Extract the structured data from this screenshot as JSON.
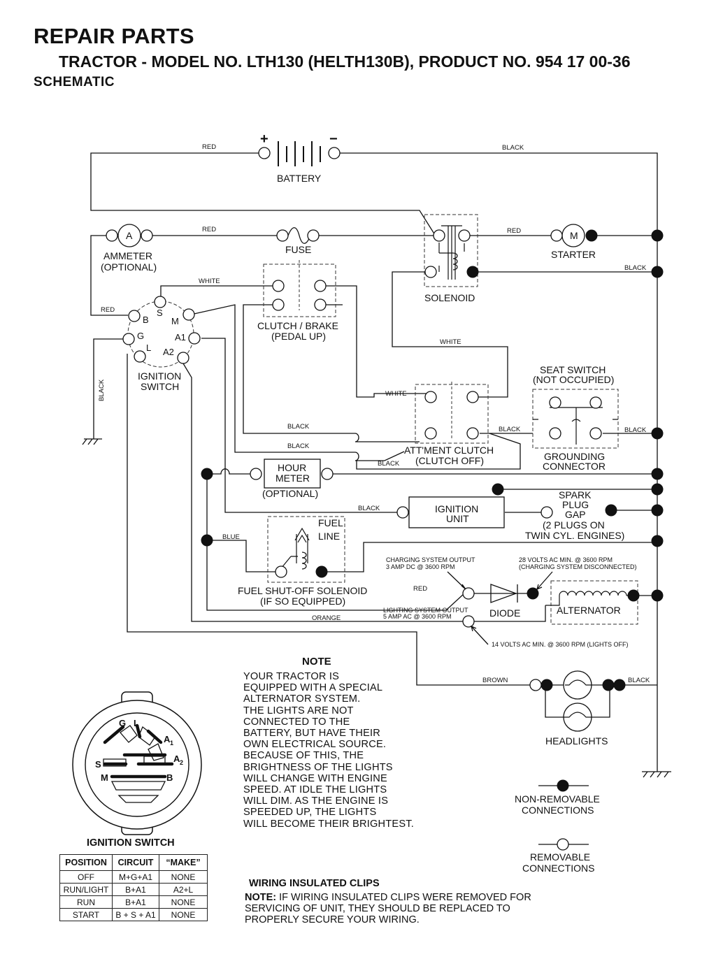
{
  "header": {
    "title": "REPAIR PARTS",
    "subtitle": "TRACTOR - MODEL NO. LTH130 (HELTH130B), PRODUCT NO. 954 17 00-36",
    "section": "SCHEMATIC"
  },
  "components": {
    "battery": "BATTERY",
    "battery_plus": "+",
    "battery_minus": "−",
    "ammeter_symbol": "A",
    "ammeter": "AMMETER",
    "ammeter_opt": "(OPTIONAL)",
    "fuse": "FUSE",
    "starter_symbol": "M",
    "starter": "STARTER",
    "solenoid": "SOLENOID",
    "clutch_brake_1": "CLUTCH / BRAKE",
    "clutch_brake_2": "(PEDAL UP)",
    "ignition_switch_1": "IGNITION",
    "ignition_switch_2": "SWITCH",
    "seat_switch_1": "SEAT SWITCH",
    "seat_switch_2": "(NOT OCCUPIED)",
    "attment_clutch_1": "ATT'MENT CLUTCH",
    "attment_clutch_2": "(CLUTCH OFF)",
    "grounding_1": "GROUNDING",
    "grounding_2": "CONNECTOR",
    "hour_meter_1": "HOUR",
    "hour_meter_2": "METER",
    "hour_meter_opt": "(OPTIONAL)",
    "ignition_unit_1": "IGNITION",
    "ignition_unit_2": "UNIT",
    "spark_1": "SPARK",
    "spark_2": "PLUG",
    "spark_3": "GAP",
    "spark_4": "(2 PLUGS ON",
    "spark_5": "TWIN CYL. ENGINES)",
    "fuel_line_1": "FUEL",
    "fuel_line_2": "LINE",
    "fuel_solenoid_1": "FUEL SHUT-OFF SOLENOID",
    "fuel_solenoid_2": "(IF SO EQUIPPED)",
    "charging_1": "CHARGING SYSTEM OUTPUT",
    "charging_2": "3 AMP DC @ 3600 RPM",
    "volts28_1": "28 VOLTS AC MIN. @ 3600 RPM",
    "volts28_2": "(CHARGING SYSTEM DISCONNECTED)",
    "lighting_1": "LIGHTING SYSTEM OUTPUT",
    "lighting_2": "5 AMP AC @ 3600 RPM",
    "diode": "DIODE",
    "alternator": "ALTERNATOR",
    "volts14": "14 VOLTS AC MIN. @ 3600 RPM (LIGHTS OFF)",
    "headlights": "HEADLIGHTS",
    "legend_nonremovable_1": "NON-REMOVABLE",
    "legend_nonremovable_2": "CONNECTIONS",
    "legend_removable_1": "REMOVABLE",
    "legend_removable_2": "CONNECTIONS"
  },
  "terminals": {
    "S": "S",
    "B": "B",
    "M": "M",
    "G": "G",
    "A1": "A1",
    "L": "L",
    "A2": "A2"
  },
  "wire_labels": {
    "red": "RED",
    "black": "BLACK",
    "white": "WHITE",
    "blue": "BLUE",
    "orange": "ORANGE",
    "brown": "BROWN"
  },
  "note": {
    "heading": "NOTE",
    "text": "YOUR TRACTOR IS\nEQUIPPED WITH A SPECIAL\nALTERNATOR SYSTEM.\nTHE LIGHTS ARE NOT\nCONNECTED TO THE\nBATTERY, BUT HAVE THEIR\nOWN ELECTRICAL SOURCE.\nBECAUSE OF THIS, THE\nBRIGHTNESS OF THE LIGHTS\nWILL CHANGE WITH ENGINE\nSPEED.  AT IDLE THE LIGHTS\nWILL DIM.  AS THE ENGINE IS\nSPEEDED UP, THE LIGHTS\nWILL BECOME THEIR BRIGHTEST."
  },
  "ignition_switch_face": {
    "title": "IGNITION SWITCH",
    "G": "G",
    "L": "L",
    "A1": "A",
    "A1_sub": "1",
    "S": "S",
    "A2": "A",
    "A2_sub": "2",
    "M": "M",
    "B": "B"
  },
  "position_table": {
    "headers": [
      "POSITION",
      "CIRCUIT",
      "“MAKE”"
    ],
    "rows": [
      [
        "OFF",
        "M+G+A1",
        "NONE"
      ],
      [
        "RUN/LIGHT",
        "B+A1",
        "A2+L"
      ],
      [
        "RUN",
        "B+A1",
        "NONE"
      ],
      [
        "START",
        "B + S + A1",
        "NONE"
      ]
    ]
  },
  "clips": {
    "heading": "WIRING INSULATED CLIPS",
    "note_label": "NOTE:",
    "text": " IF WIRING INSULATED CLIPS WERE REMOVED FOR\nSERVICING OF UNIT, THEY SHOULD BE REPLACED TO\nPROPERLY SECURE YOUR WIRING."
  }
}
